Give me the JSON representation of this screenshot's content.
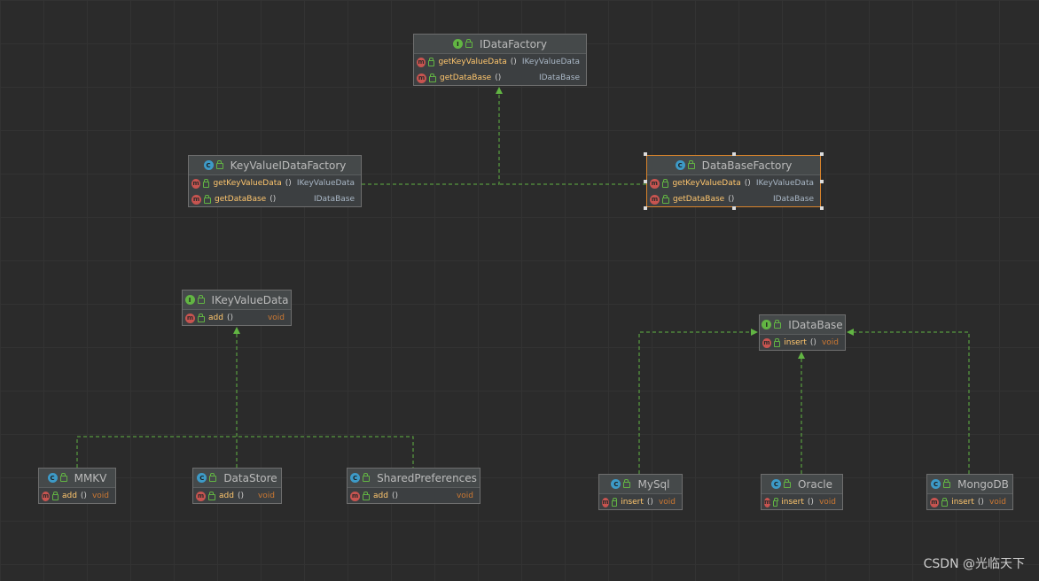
{
  "diagram": {
    "nodes": [
      {
        "id": "IDataFactory",
        "kind": "interface",
        "title": "IDataFactory",
        "methods": [
          {
            "name": "getKeyValueData",
            "params": "()",
            "ret": "IKeyValueData"
          },
          {
            "name": "getDataBase",
            "params": "()",
            "ret": "IDataBase"
          }
        ]
      },
      {
        "id": "KeyValueIDataFactory",
        "kind": "class",
        "title": "KeyValueIDataFactory",
        "methods": [
          {
            "name": "getKeyValueData",
            "params": "()",
            "ret": "IKeyValueData"
          },
          {
            "name": "getDataBase",
            "params": "()",
            "ret": "IDataBase"
          }
        ]
      },
      {
        "id": "DataBaseFactory",
        "kind": "class",
        "title": "DataBaseFactory",
        "selected": true,
        "methods": [
          {
            "name": "getKeyValueData",
            "params": "()",
            "ret": "IKeyValueData"
          },
          {
            "name": "getDataBase",
            "params": "()",
            "ret": "IDataBase"
          }
        ]
      },
      {
        "id": "IKeyValueData",
        "kind": "interface",
        "title": "IKeyValueData",
        "methods": [
          {
            "name": "add",
            "params": "()",
            "ret": "void"
          }
        ]
      },
      {
        "id": "IDataBase",
        "kind": "interface",
        "title": "IDataBase",
        "methods": [
          {
            "name": "insert",
            "params": "()",
            "ret": "void"
          }
        ]
      },
      {
        "id": "MMKV",
        "kind": "class",
        "title": "MMKV",
        "methods": [
          {
            "name": "add",
            "params": "()",
            "ret": "void"
          }
        ]
      },
      {
        "id": "DataStore",
        "kind": "class",
        "title": "DataStore",
        "methods": [
          {
            "name": "add",
            "params": "()",
            "ret": "void"
          }
        ]
      },
      {
        "id": "SharedPreferences",
        "kind": "class",
        "title": "SharedPreferences",
        "methods": [
          {
            "name": "add",
            "params": "()",
            "ret": "void"
          }
        ]
      },
      {
        "id": "MySql",
        "kind": "class",
        "title": "MySql",
        "methods": [
          {
            "name": "insert",
            "params": "()",
            "ret": "void"
          }
        ]
      },
      {
        "id": "Oracle",
        "kind": "class",
        "title": "Oracle",
        "methods": [
          {
            "name": "insert",
            "params": "()",
            "ret": "void"
          }
        ]
      },
      {
        "id": "MongoDB",
        "kind": "class",
        "title": "MongoDB",
        "methods": [
          {
            "name": "insert",
            "params": "()",
            "ret": "void"
          }
        ]
      }
    ],
    "edges": [
      {
        "from": "KeyValueIDataFactory",
        "to": "IDataFactory",
        "type": "implements"
      },
      {
        "from": "DataBaseFactory",
        "to": "IDataFactory",
        "type": "implements"
      },
      {
        "from": "MMKV",
        "to": "IKeyValueData",
        "type": "implements"
      },
      {
        "from": "DataStore",
        "to": "IKeyValueData",
        "type": "implements"
      },
      {
        "from": "SharedPreferences",
        "to": "IKeyValueData",
        "type": "implements"
      },
      {
        "from": "MySql",
        "to": "IDataBase",
        "type": "implements"
      },
      {
        "from": "Oracle",
        "to": "IDataBase",
        "type": "implements"
      },
      {
        "from": "MongoDB",
        "to": "IDataBase",
        "type": "implements"
      }
    ],
    "colors": {
      "background": "#2b2b2b",
      "edge": "#62b543",
      "selection": "#d9842b",
      "method_name": "#ffc66d",
      "void_type": "#cc7832"
    }
  },
  "icons": {
    "interface": "interface-icon",
    "class": "class-icon",
    "method": "method-icon",
    "visibility": "public-lock-icon"
  },
  "watermark": "CSDN @光临天下"
}
